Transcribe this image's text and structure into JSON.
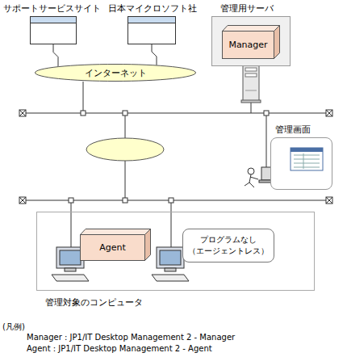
{
  "diagram": {
    "nodes": [
      {
        "text": [
          "サポートサービスサイト"
        ]
      },
      {
        "text": [
          "日本マイクロソフト社"
        ]
      },
      {
        "text": [
          "管理用サーバ"
        ]
      },
      {
        "text": [
          "Manager"
        ],
        "in": 2
      },
      {
        "text": [
          "インターネット"
        ]
      },
      {
        "text": [
          "管理画面"
        ]
      },
      {
        "text": [
          "管理対象のコンピュータ"
        ]
      },
      {
        "text": [
          "Agent"
        ],
        "in": 6
      },
      {
        "text": [
          "プログラムなし （エージェントレス）"
        ],
        "in": 6
      }
    ],
    "edges": [
      {
        "from": 0,
        "to": 4,
        "arrow": "none"
      },
      {
        "from": 1,
        "to": 4,
        "arrow": "none"
      }
    ],
    "labels": [
      "(凡例)",
      "Manager : JP1/IT Desktop Management 2 - Manager",
      "Agent : JP1/IT Desktop Management 2 - Agent"
    ]
  }
}
